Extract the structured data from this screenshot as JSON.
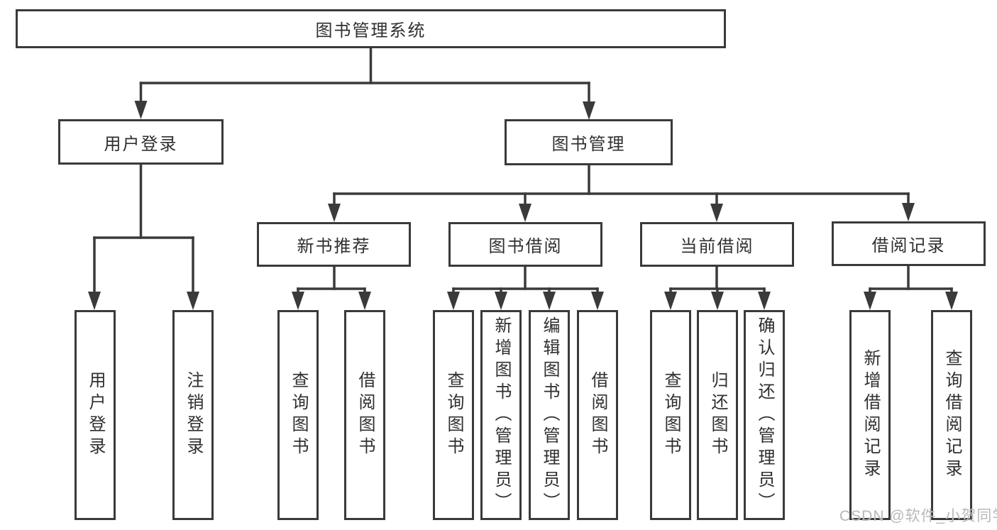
{
  "colors": {
    "line": "#3a3a3a",
    "text": "#2f2f2f",
    "box-bg": "#ffffff",
    "watermark": "#b5b5b5",
    "background": "#ffffff"
  },
  "diagram": {
    "root": {
      "label": "图书管理系统"
    },
    "branches": [
      {
        "label": "用户登录"
      },
      {
        "label": "图书管理"
      }
    ],
    "modules": [
      {
        "label": "新书推荐"
      },
      {
        "label": "图书借阅"
      },
      {
        "label": "当前借阅"
      },
      {
        "label": "借阅记录"
      }
    ],
    "leaves": [
      {
        "label": "用户登录"
      },
      {
        "label": "注销登录"
      },
      {
        "label": "查询图书"
      },
      {
        "label": "借阅图书"
      },
      {
        "label": "查询图书"
      },
      {
        "label": "新增图书（管理员）"
      },
      {
        "label": "编辑图书（管理员）"
      },
      {
        "label": "借阅图书"
      },
      {
        "label": "查询图书"
      },
      {
        "label": "归还图书"
      },
      {
        "label": "确认归还（管理员）"
      },
      {
        "label": "新增借阅记录"
      },
      {
        "label": "查询借阅记录"
      }
    ]
  },
  "watermark": {
    "text": "CSDN @软件_小贺同学"
  }
}
